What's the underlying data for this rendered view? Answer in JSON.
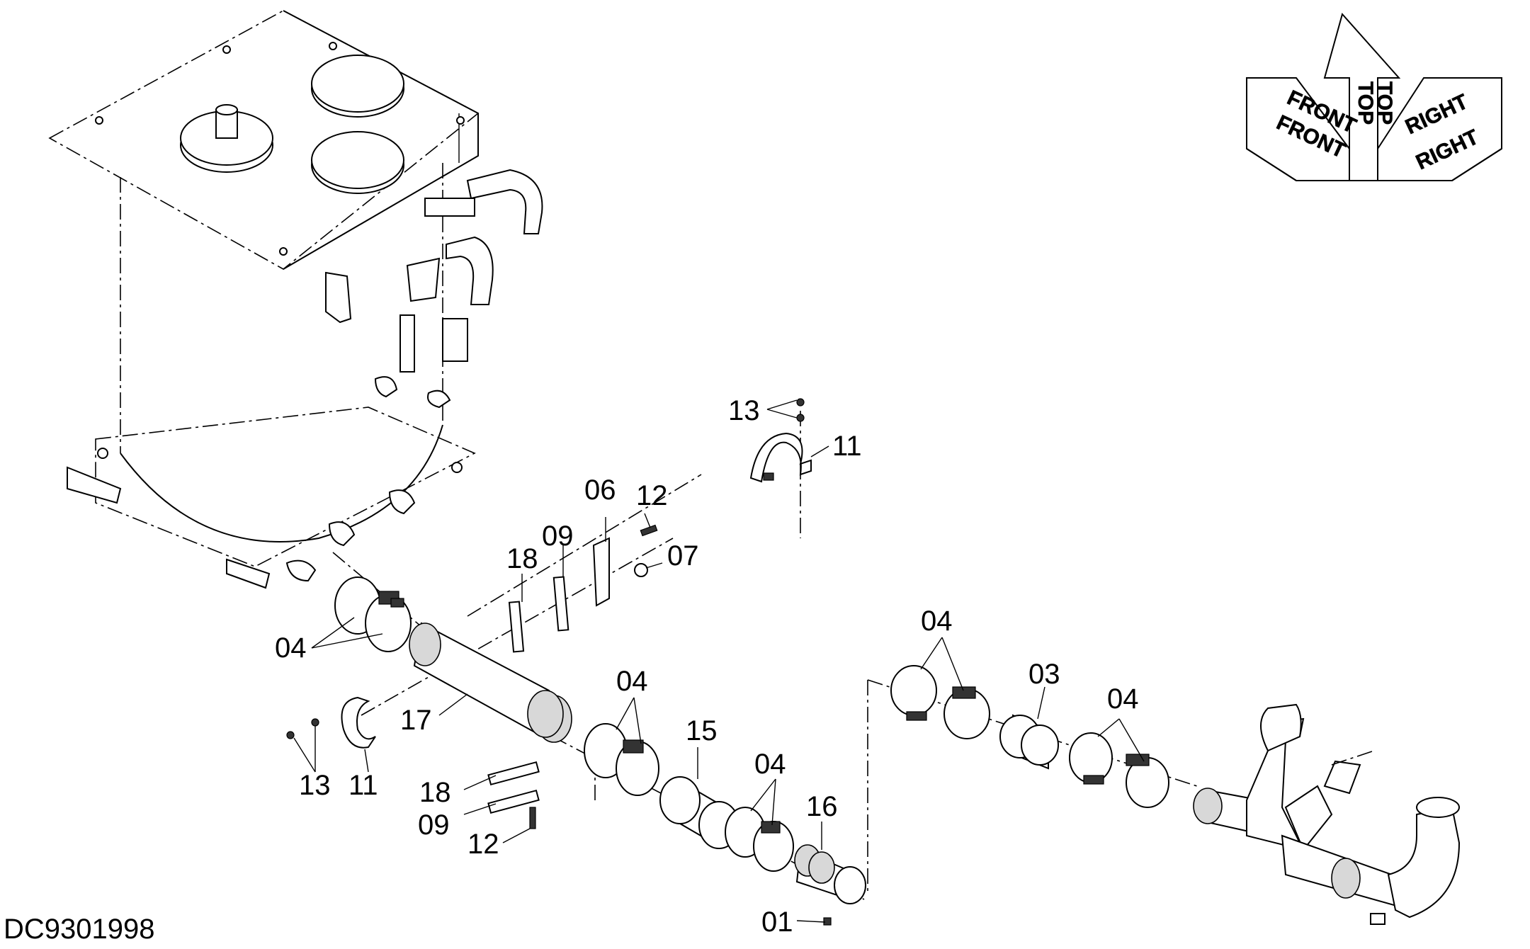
{
  "drawing": {
    "code": "DC9301998"
  },
  "compass": {
    "top_a": "TOP",
    "top_b": "TOP",
    "front_a": "FRONT",
    "front_b": "FRONT",
    "right_a": "RIGHT",
    "right_b": "RIGHT"
  },
  "callouts": {
    "c13_top": "13",
    "c11_top": "11",
    "c06": "06",
    "c12_top": "12",
    "c07": "07",
    "c09_top": "09",
    "c18_top": "18",
    "c04_left": "04",
    "c17": "17",
    "c13_bottom": "13",
    "c11_bottom": "11",
    "c18_bottom": "18",
    "c09_bottom": "09",
    "c12_bottom": "12",
    "c04_mid": "04",
    "c15": "15",
    "c04_lower": "04",
    "c16": "16",
    "c01": "01",
    "c04_upper": "04",
    "c03": "03",
    "c04_right": "04"
  }
}
